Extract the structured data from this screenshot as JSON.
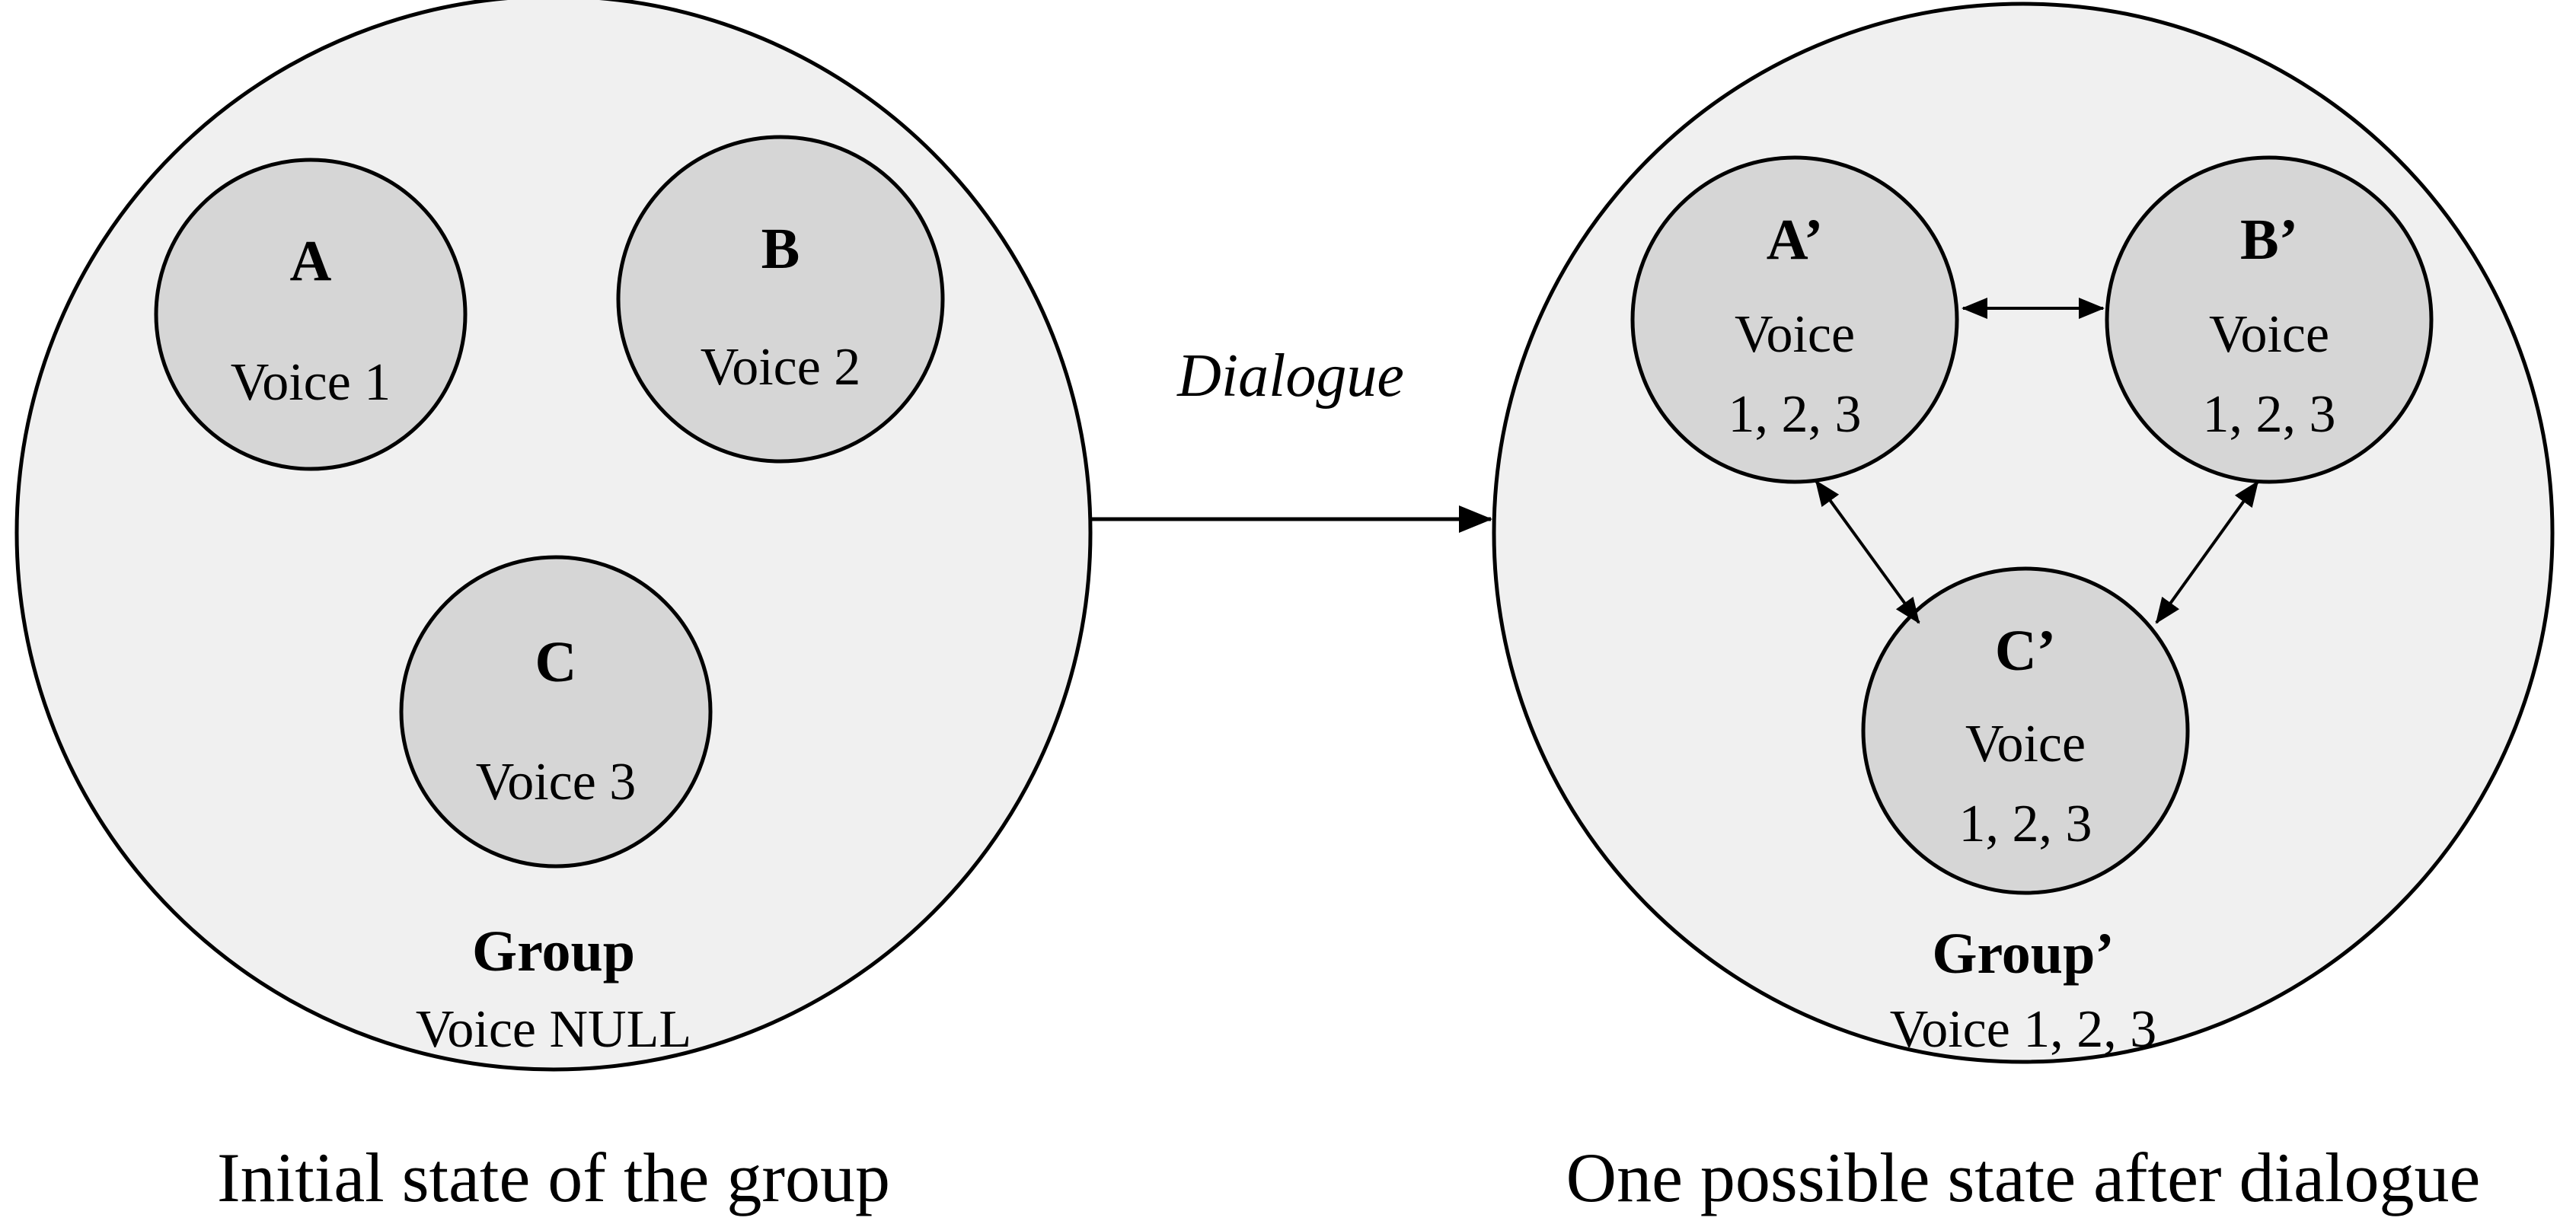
{
  "initial": {
    "members": [
      {
        "name": "A",
        "voice": [
          "Voice 1"
        ]
      },
      {
        "name": "B",
        "voice": [
          "Voice 2"
        ]
      },
      {
        "name": "C",
        "voice": [
          "Voice 3"
        ]
      }
    ],
    "group_name": "Group",
    "group_voice": "Voice NULL",
    "caption": "Initial state of the group"
  },
  "transition": {
    "label": "Dialogue"
  },
  "after": {
    "members": [
      {
        "name": "A’",
        "voice": [
          "Voice",
          "1, 2, 3"
        ]
      },
      {
        "name": "B’",
        "voice": [
          "Voice",
          "1, 2, 3"
        ]
      },
      {
        "name": "C’",
        "voice": [
          "Voice",
          "1, 2, 3"
        ]
      }
    ],
    "group_name": "Group’",
    "group_voice": "Voice 1, 2, 3",
    "caption": "One possible state after dialogue"
  }
}
